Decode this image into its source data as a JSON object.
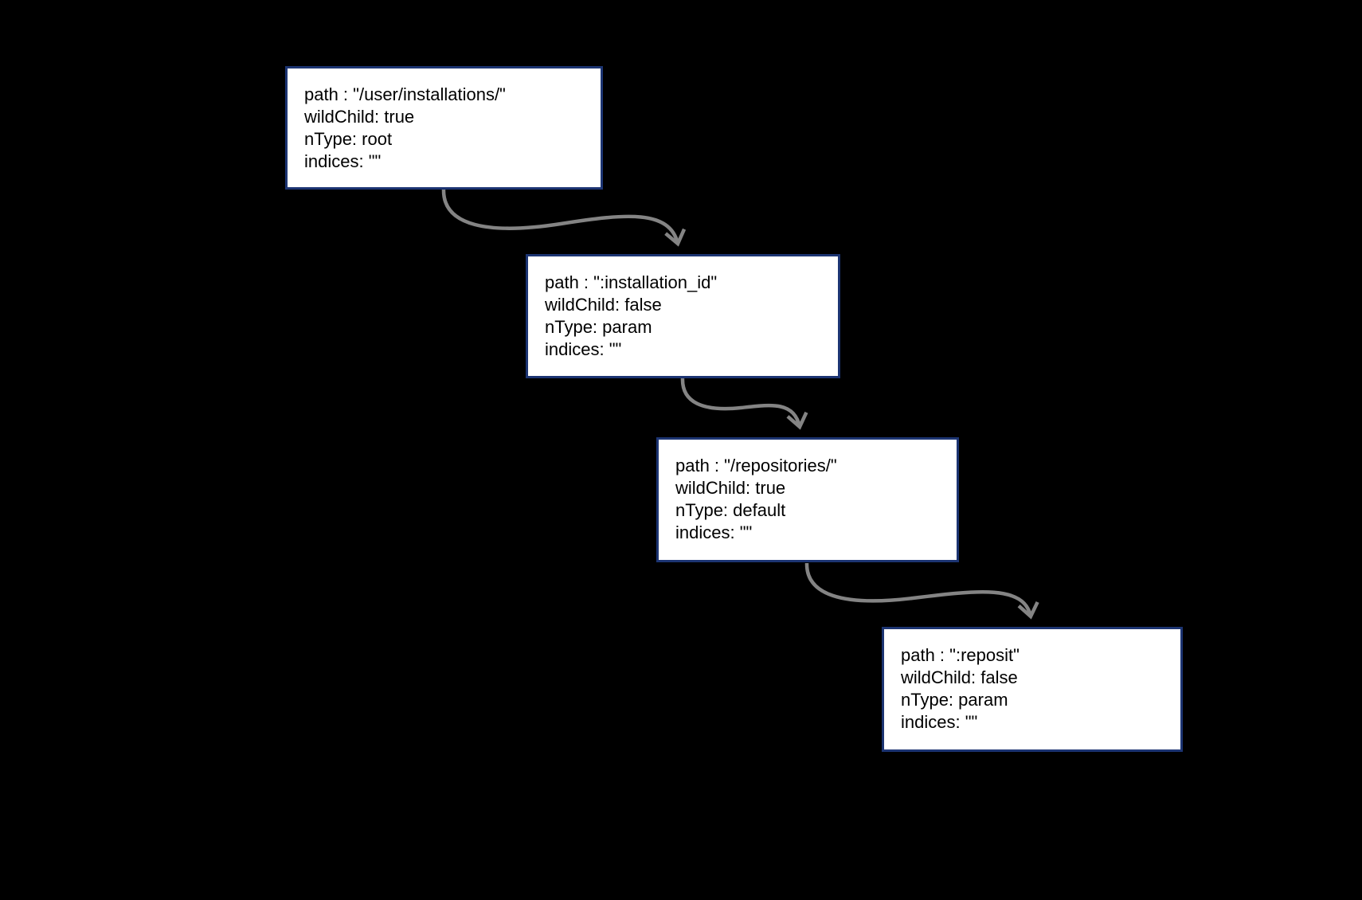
{
  "diagram": {
    "colors": {
      "background": "#000000",
      "node_fill": "#ffffff",
      "node_border": "#1c3472",
      "arrow": "#848484",
      "text": "#000000"
    },
    "nodes": [
      {
        "id": "user-installations",
        "lines": [
          "path : \"/user/installations/\"",
          "wildChild: true",
          "nType: root",
          "indices: \"\""
        ]
      },
      {
        "id": "installation-id",
        "lines": [
          "path : \":installation_id\"",
          "wildChild: false",
          "nType: param",
          "indices: \"\""
        ]
      },
      {
        "id": "repositories",
        "lines": [
          "path : \"/repositories/\"",
          "wildChild: true",
          "nType: default",
          "indices: \"\""
        ]
      },
      {
        "id": "reposit",
        "lines": [
          "path : \":reposit\"",
          "wildChild: false",
          "nType: param",
          "indices: \"\""
        ]
      }
    ]
  }
}
